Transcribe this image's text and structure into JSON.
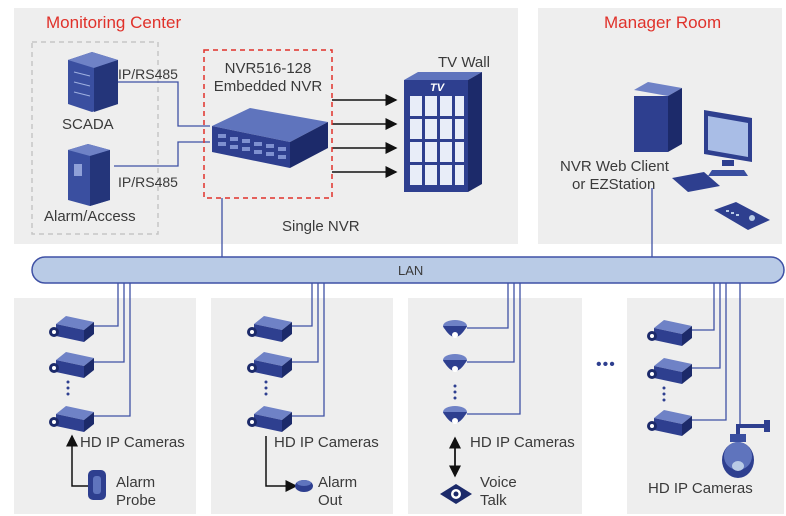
{
  "monitoring_center": {
    "title": "Monitoring Center",
    "scada": "SCADA",
    "alarm_access": "Alarm/Access",
    "link1": "IP/RS485",
    "link2": "IP/RS485",
    "nvr_model": "NVR516-128",
    "nvr_type": "Embedded NVR",
    "tv_wall": "TV Wall",
    "tv_badge": "TV",
    "single_nvr": "Single NVR"
  },
  "manager_room": {
    "title": "Manager Room",
    "client_line1": "NVR Web Client",
    "client_line2": "or EZStation"
  },
  "lan": "LAN",
  "zones": [
    {
      "caption": "HD IP Cameras",
      "extra1": "Alarm",
      "extra2": "Probe"
    },
    {
      "caption": "HD IP Cameras",
      "extra1": "Alarm",
      "extra2": "Out"
    },
    {
      "caption": "HD IP Cameras",
      "extra1": "Voice",
      "extra2": "Talk"
    },
    {
      "caption": "HD IP Cameras"
    }
  ],
  "more": "•••",
  "colors": {
    "accent": "#e0312a",
    "device": "#2e3f8f",
    "bus": "#b9cbe6",
    "panel": "#eeeeee",
    "line": "#3f51a5"
  }
}
